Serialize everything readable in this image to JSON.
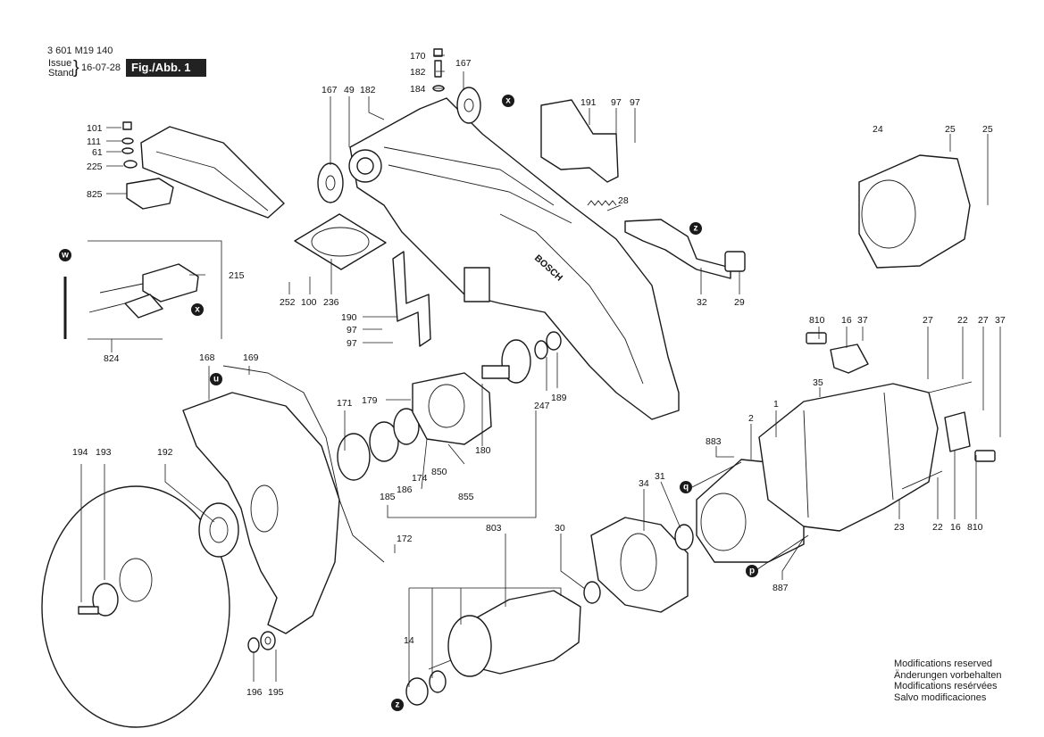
{
  "header": {
    "part_number": "3 601 M19 140",
    "issue_label_1": "Issue",
    "issue_label_2": "Stand",
    "issue_date": "16-07-28",
    "figure": "Fig./Abb. 1"
  },
  "notes": [
    "Modifications reserved",
    "Änderungen vorbehalten",
    "Modifications resérvées",
    "Salvo modificaciones"
  ],
  "brand_text": "BOSCH",
  "markers": {
    "x": "x",
    "w": "w",
    "u": "u",
    "z": "z",
    "q": "q",
    "p": "p"
  },
  "labels": {
    "l170": "170",
    "l182a": "182",
    "l184": "184",
    "l167a": "167",
    "l167b": "167",
    "l49": "49",
    "l182b": "182",
    "l101": "101",
    "l111": "111",
    "l61": "61",
    "l225": "225",
    "l825": "825",
    "l191": "191",
    "l97a": "97",
    "l97b": "97",
    "l28": "28",
    "l32": "32",
    "l29": "29",
    "l24": "24",
    "l25a": "25",
    "l25b": "25",
    "l215": "215",
    "l824": "824",
    "l252": "252",
    "l100": "100",
    "l236": "236",
    "l190": "190",
    "l97c": "97",
    "l97d": "97",
    "l168": "168",
    "l169": "169",
    "l171": "171",
    "l179": "179",
    "l189": "189",
    "l247": "247",
    "l180": "180",
    "l850": "850",
    "l174": "174",
    "l186": "186",
    "l185": "185",
    "l855": "855",
    "l194": "194",
    "l193": "193",
    "l192": "192",
    "l172": "172",
    "l196": "196",
    "l195": "195",
    "l803": "803",
    "l30": "30",
    "l14": "14",
    "l34": "34",
    "l31": "31",
    "l883": "883",
    "l887": "887",
    "l810a": "810",
    "l16a": "16",
    "l37a": "37",
    "l27a": "27",
    "l22a": "22",
    "l27b": "27",
    "l37b": "37",
    "l35": "35",
    "l2": "2",
    "l1": "1",
    "l23": "23",
    "l22b": "22",
    "l16b": "16",
    "l810b": "810"
  }
}
